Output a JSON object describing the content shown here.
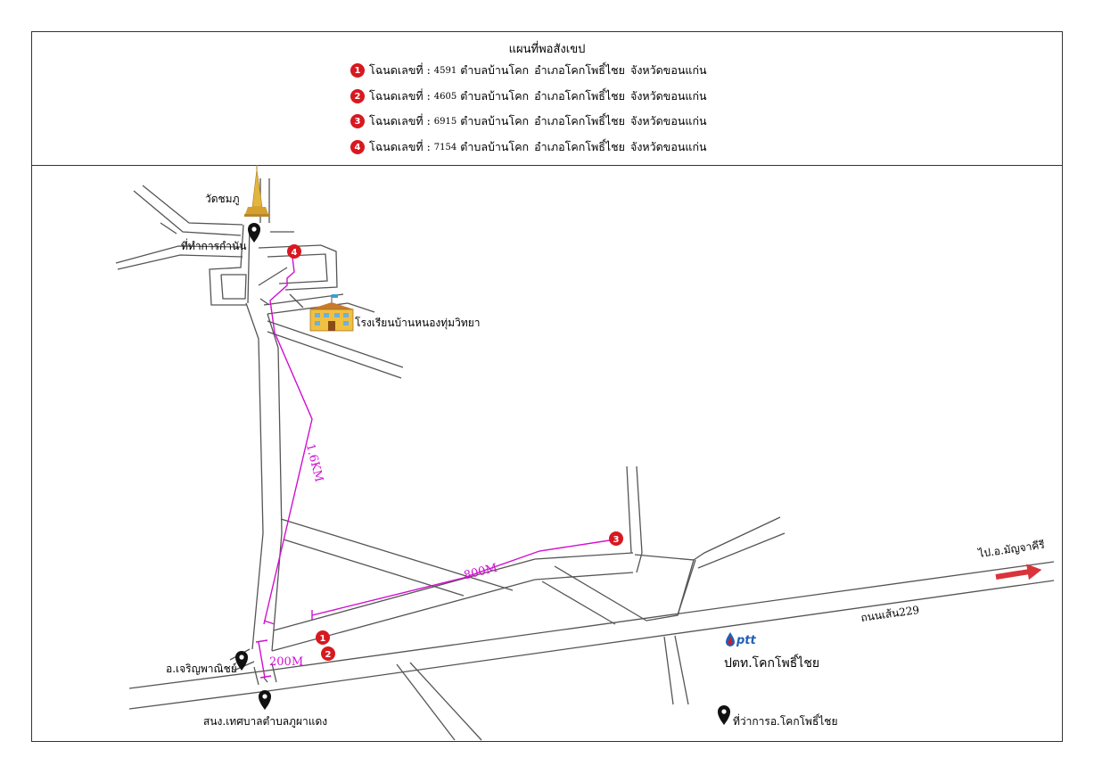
{
  "header": {
    "title": "แผนที่พอสังเขป",
    "deeds": [
      {
        "marker": "1",
        "prefix": "โฉนดเลขที่ :",
        "number": "4591",
        "location": "ตำบลบ้านโคก",
        "district": "อำเภอโคกโพธิ์ไชย",
        "province": "จังหวัดขอนแก่น"
      },
      {
        "marker": "2",
        "prefix": "โฉนดเลขที่ :",
        "number": "4605",
        "location": "ตำบลบ้านโคก",
        "district": "อำเภอโคกโพธิ์ไชย",
        "province": "จังหวัดขอนแก่น"
      },
      {
        "marker": "3",
        "prefix": "โฉนดเลขที่ :",
        "number": "6915",
        "location": "ตำบลบ้านโคก",
        "district": "อำเภอโคกโพธิ์ไชย",
        "province": "จังหวัดขอนแก่น"
      },
      {
        "marker": "4",
        "prefix": "โฉนดเลขที่ :",
        "number": "7154",
        "location": "ตำบลบ้านโคก",
        "district": "อำเภอโคกโพธิ์ไชย",
        "province": "จังหวัดขอนแก่น"
      }
    ]
  },
  "map": {
    "places": {
      "temple": "วัดชมภู",
      "headman_office": "ที่ทำการกำนัน",
      "school": "โรงเรียนบ้านหนองทุ่มวิทยา",
      "shop": "อ.เจริญพาณิชย์",
      "municipal_office": "สนง.เทศบาลตำบลภูผาแดง",
      "gas_station": "ปตท.โคกโพธิ์ไชย",
      "gas_brand": "ptt",
      "district_office": "ที่ว่าการอ.โคกโพธิ์ไชย"
    },
    "road_label": "ถนนเส้น229",
    "direction_label": "ไป.อ.มัญจาคีรี",
    "distances": {
      "d1": "1.6KM",
      "d2": "800M",
      "d3": "200M"
    },
    "markers": [
      "1",
      "2",
      "3",
      "4"
    ],
    "colors": {
      "marker": "#d7191f",
      "distance": "#d10fd1",
      "arrow": "#d9343a",
      "road": "#555555",
      "pin": "#111111"
    },
    "icons": {
      "pin": "location-pin-icon",
      "temple": "pagoda-icon",
      "school": "school-building-icon",
      "arrow": "arrow-right-icon",
      "ptt": "ptt-drop-icon"
    }
  }
}
